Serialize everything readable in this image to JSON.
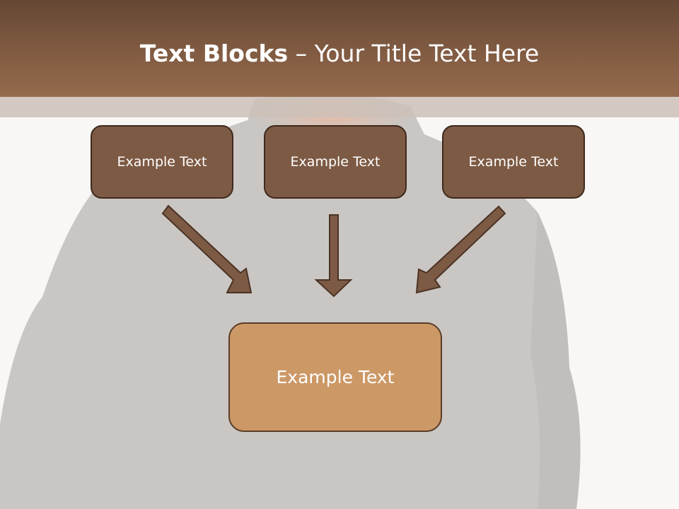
{
  "title": {
    "bold_part": "Text Blocks",
    "rest_part": " – Your Title Text Here"
  },
  "boxes": {
    "top": [
      "Example Text",
      "Example Text",
      "Example Text"
    ],
    "result": "Example Text"
  },
  "colors": {
    "header": "#7f5a41",
    "box_fill": "#7d5a44",
    "box_border": "#3e2a1e",
    "result_fill": "#cc9866",
    "arrow_fill": "#7d5a44"
  },
  "icons": [
    "arrow-diagonal-down-right-icon",
    "arrow-down-icon",
    "arrow-diagonal-down-left-icon"
  ]
}
